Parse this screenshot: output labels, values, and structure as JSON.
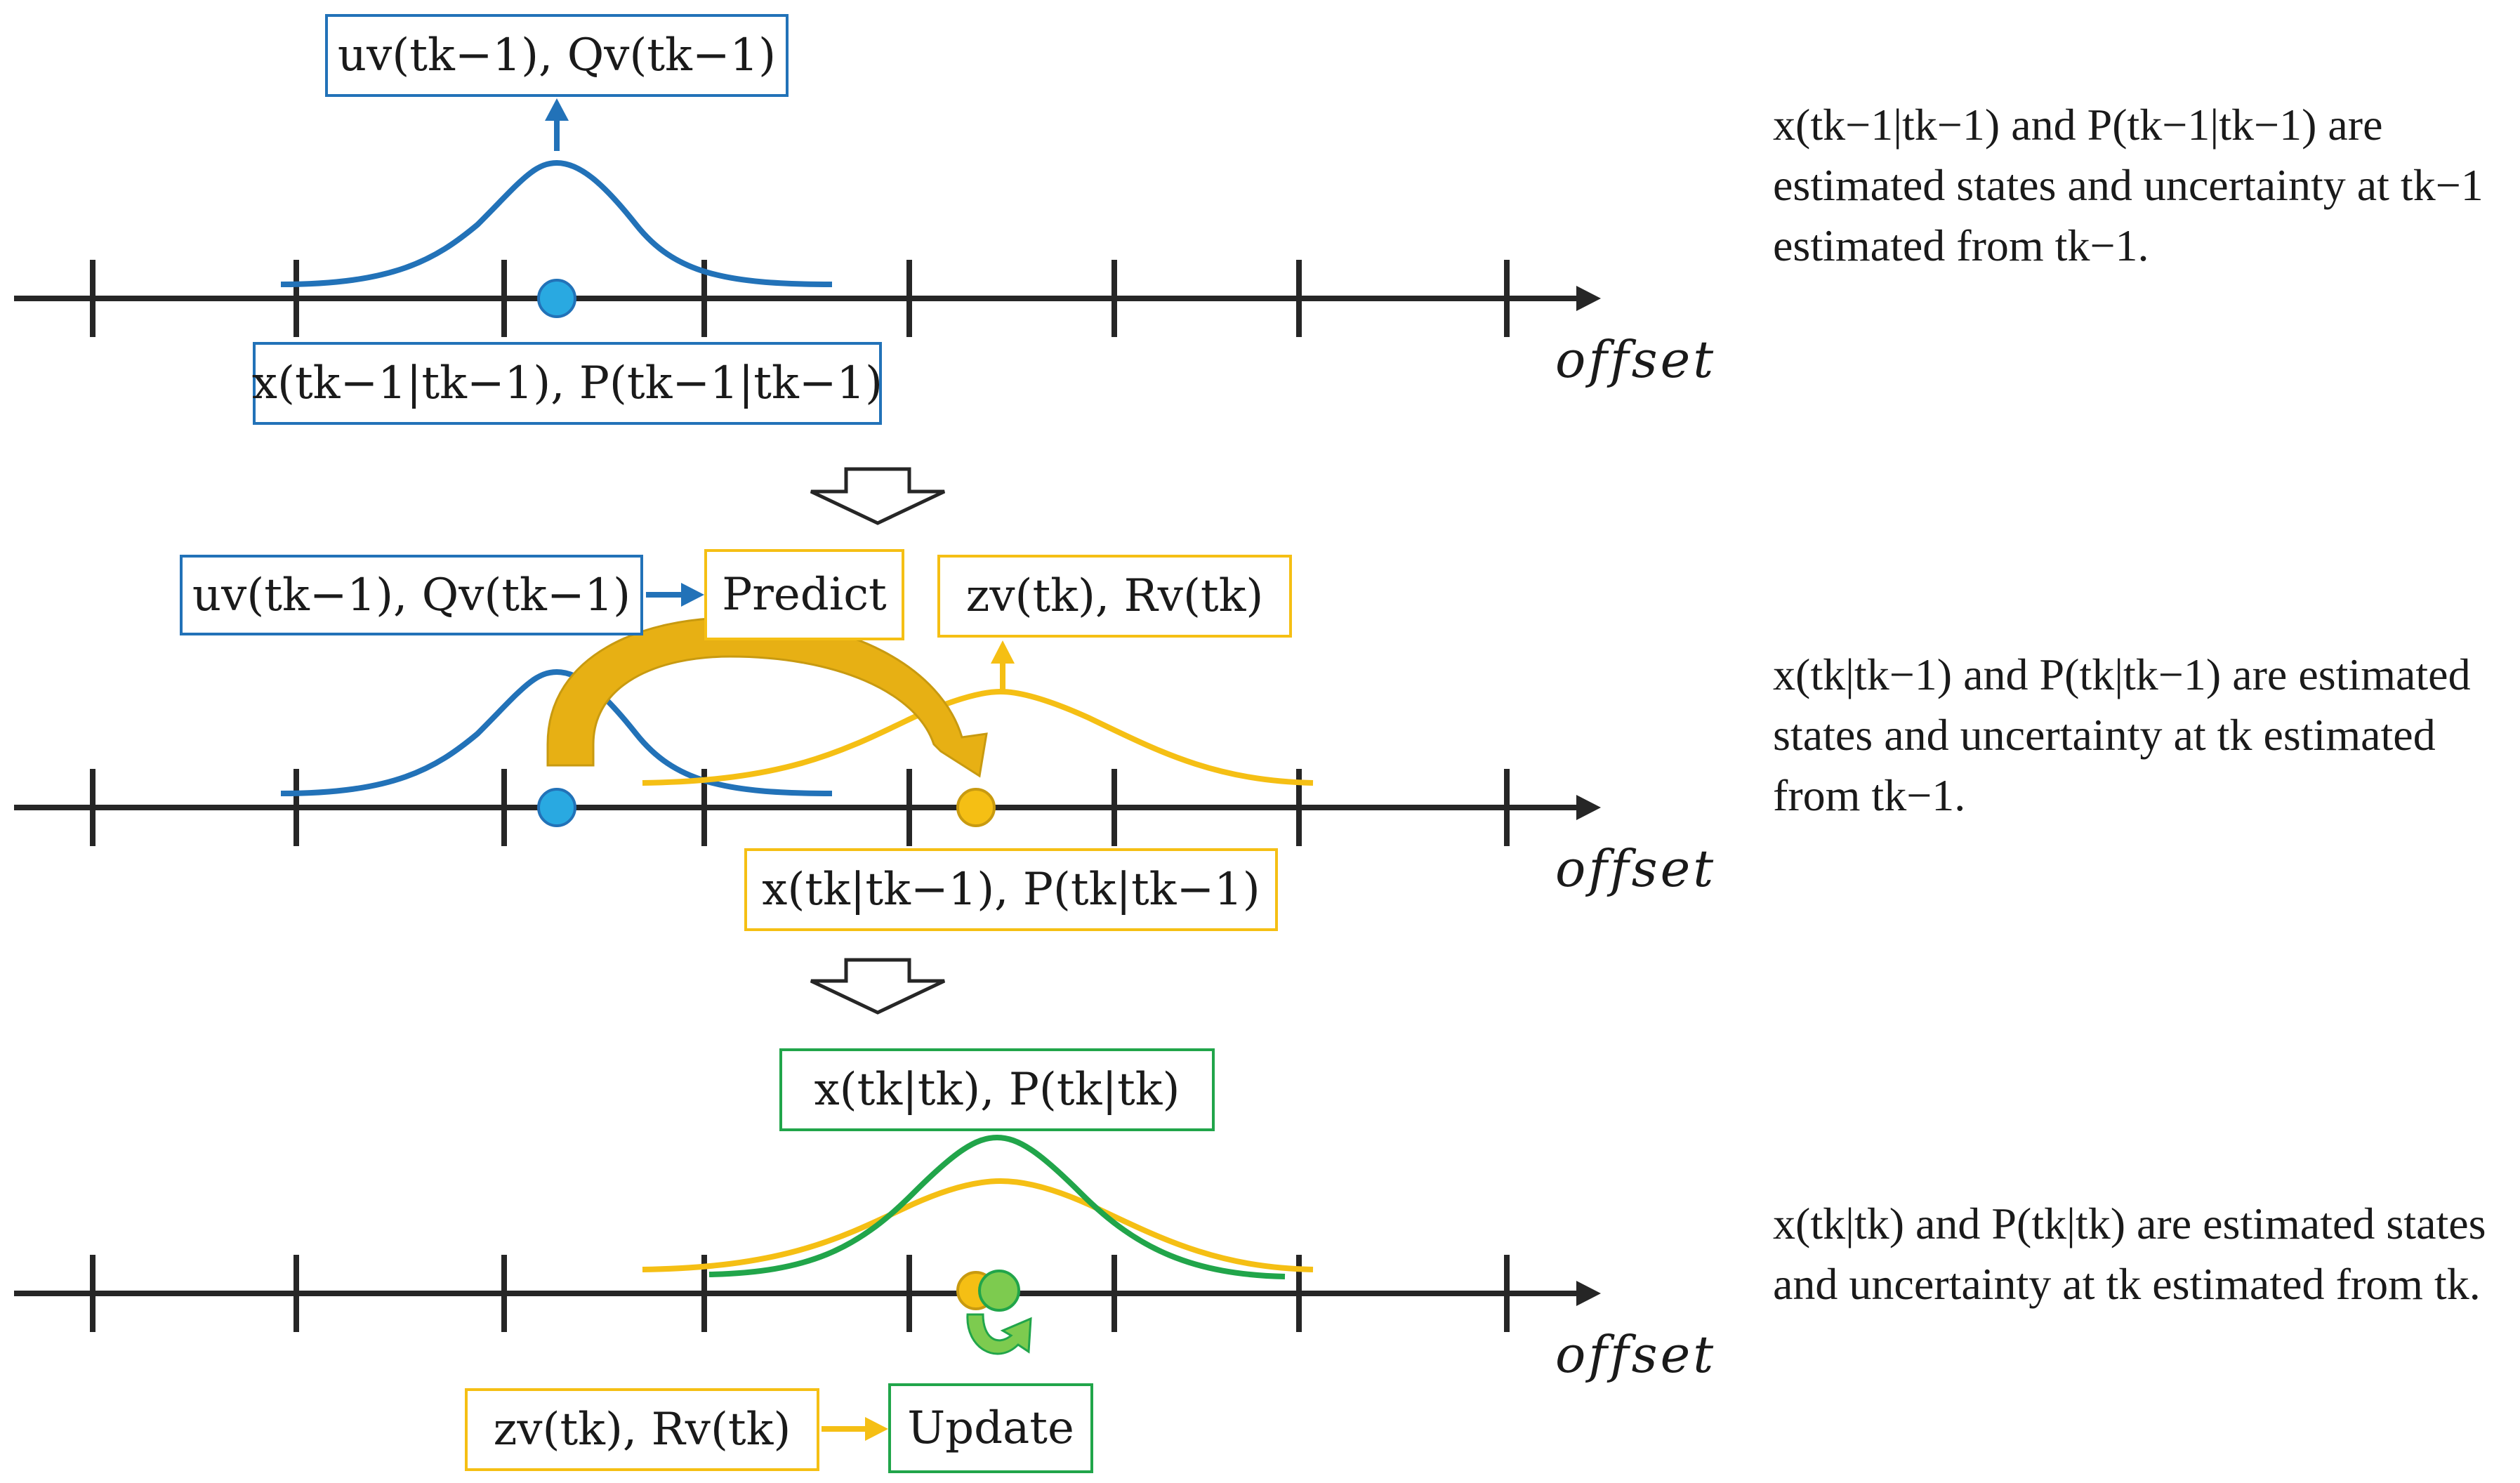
{
  "colors": {
    "blue": "#2272b8",
    "light_blue": "#29a9e1",
    "yellow": "#f5bf14",
    "dark_yellow": "#c89a10",
    "green": "#21a54a",
    "light_green": "#7dcb4f",
    "axis": "#262626"
  },
  "stage1": {
    "input_label": "uv(tk−1), Qv(tk−1)",
    "state_label": "x(tk−1|tk−1), P(tk−1|tk−1)",
    "axis_label": "offset",
    "description": "x(tk−1|tk−1) and P(tk−1|tk−1) are estimated states and uncertainty at tk−1 estimated from tk−1."
  },
  "stage2": {
    "input_label": "uv(tk−1), Qv(tk−1)",
    "predict_label": "Predict",
    "measurement_label": "zv(tk), Rv(tk)",
    "state_label": "x(tk|tk−1), P(tk|tk−1)",
    "axis_label": "offset",
    "description": "x(tk|tk−1) and P(tk|tk−1) are estimated states and uncertainty at tk estimated from tk−1."
  },
  "stage3": {
    "state_label": "x(tk|tk), P(tk|tk)",
    "measurement_label": "zv(tk), Rv(tk)",
    "update_label": "Update",
    "axis_label": "offset",
    "description": "x(tk|tk) and P(tk|tk) are estimated states and uncertainty at tk estimated from tk."
  }
}
